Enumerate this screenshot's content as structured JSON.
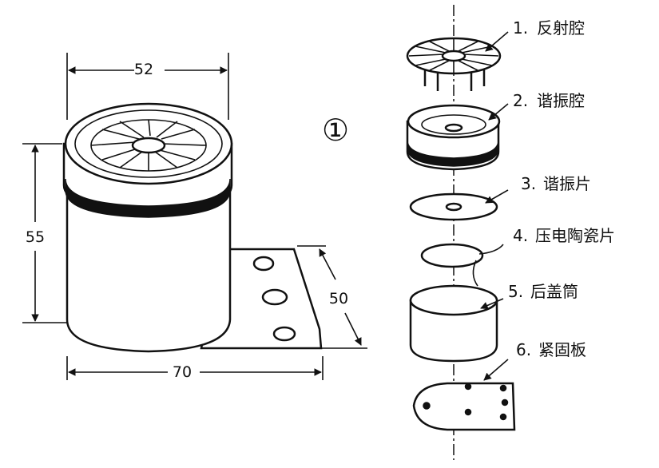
{
  "figure": {
    "marker": "①",
    "dimensions": {
      "top_width": "52",
      "height": "55",
      "plate_depth": "50",
      "overall_width": "70"
    },
    "parts": [
      {
        "number": "1.",
        "name": "反射腔"
      },
      {
        "number": "2.",
        "name": "谐振腔"
      },
      {
        "number": "3.",
        "name": "谐振片"
      },
      {
        "number": "4.",
        "name": "压电陶瓷片"
      },
      {
        "number": "5.",
        "name": "后盖筒"
      },
      {
        "number": "6.",
        "name": "紧固板"
      }
    ]
  }
}
